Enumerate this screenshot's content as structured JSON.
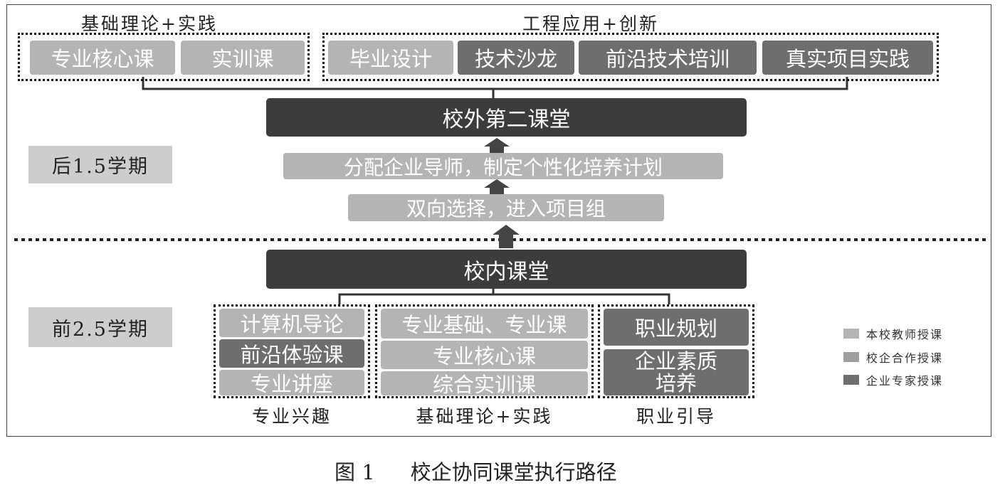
{
  "colors": {
    "school_teacher": "#b4b4b4",
    "school_enterprise": "#9e9e9e",
    "enterprise_expert": "#6e6e6e",
    "dark_box": "#3c3c3c",
    "term_bg": "#cdcdcd"
  },
  "top": {
    "group1_title": "基础理论+实践",
    "group1_items": [
      "专业核心课",
      "实训课"
    ],
    "group2_title": "工程应用+创新",
    "group2_items": [
      "毕业设计",
      "技术沙龙",
      "前沿技术培训",
      "真实项目实践"
    ]
  },
  "outside_classroom": "校外第二课堂",
  "term_later": "后1.5学期",
  "step_mentor": "分配企业导师，制定个性化培养计划",
  "step_select": "双向选择，进入项目组",
  "inside_classroom": "校内课堂",
  "term_earlier": "前2.5学期",
  "bottom": {
    "interest_items": [
      "计算机导论",
      "前沿体验课",
      "专业讲座"
    ],
    "interest_title": "专业兴趣",
    "basics_items": [
      "专业基础、专业课",
      "专业核心课",
      "综合实训课"
    ],
    "basics_title": "基础理论+实践",
    "career_items": [
      "职业规划",
      "企业素质\n培养"
    ],
    "career_title": "职业引导"
  },
  "legend": [
    "本校教师授课",
    "校企合作授课",
    "企业专家授课"
  ],
  "caption": {
    "number": "图 1",
    "title": "校企协同课堂执行路径"
  }
}
